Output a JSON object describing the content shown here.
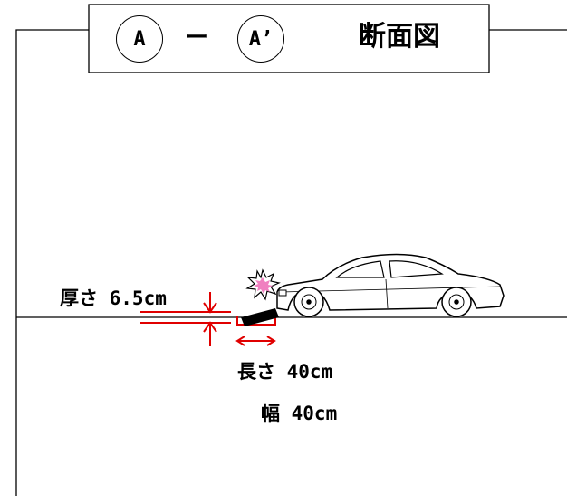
{
  "title": {
    "start_point": "A",
    "dash": "ー",
    "end_point": "A’",
    "text": "断面図"
  },
  "labels": {
    "thickness": "厚さ 6.5cm",
    "length": "長さ 40cm",
    "width": "幅 40cm"
  },
  "colors": {
    "dimension": "#e00000",
    "line": "#000000",
    "impact_burst": "#f080c0"
  }
}
